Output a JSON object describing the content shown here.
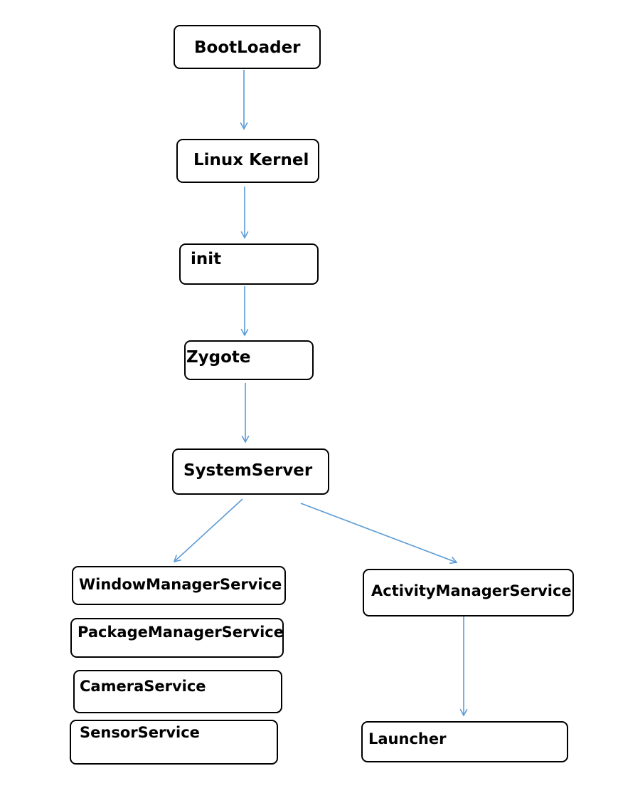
{
  "colors": {
    "edge": "#5B9BD5",
    "node_border": "#000000",
    "node_fill": "#ffffff",
    "text": "#000000"
  },
  "nodes": {
    "bootloader": "BootLoader",
    "kernel": "Linux Kernel",
    "init": "init",
    "zygote": "Zygote",
    "systemserver": "SystemServer",
    "wms": "WindowManagerService",
    "pms": "PackageManagerService",
    "camera": "CameraService",
    "sensor": "SensorService",
    "ams": "ActivityManagerService",
    "launcher": "Launcher"
  },
  "edges": [
    {
      "from": "bootloader",
      "to": "kernel"
    },
    {
      "from": "kernel",
      "to": "init"
    },
    {
      "from": "init",
      "to": "zygote"
    },
    {
      "from": "zygote",
      "to": "systemserver"
    },
    {
      "from": "systemserver",
      "to": "wms"
    },
    {
      "from": "systemserver",
      "to": "ams"
    },
    {
      "from": "ams",
      "to": "launcher"
    }
  ]
}
